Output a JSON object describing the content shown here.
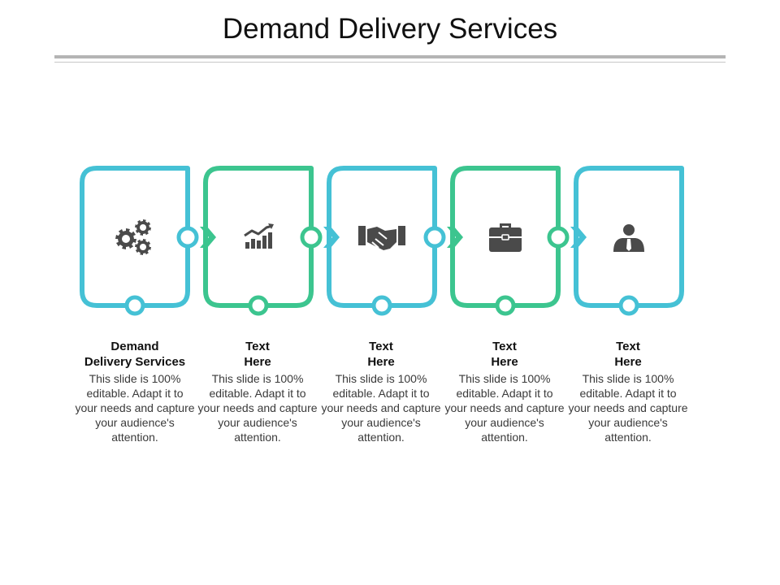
{
  "title": "Demand Delivery Services",
  "colors": {
    "blue": "#45c1d5",
    "green": "#3cc58f",
    "icon": "#4a4a4a"
  },
  "steps": [
    {
      "heading": "Demand\nDelivery Services",
      "body": "This slide is 100% editable. Adapt it to your needs and capture your audience's attention.",
      "icon": "gears-icon",
      "color": "blue"
    },
    {
      "heading": "Text\nHere",
      "body": "This slide is 100% editable. Adapt it to your needs and capture your audience's attention.",
      "icon": "growth-chart-icon",
      "color": "green"
    },
    {
      "heading": "Text\nHere",
      "body": "This slide is 100% editable. Adapt it to your needs and capture your audience's attention.",
      "icon": "handshake-icon",
      "color": "blue"
    },
    {
      "heading": "Text\nHere",
      "body": "This slide is 100% editable. Adapt it to your needs and capture your audience's attention.",
      "icon": "briefcase-icon",
      "color": "green"
    },
    {
      "heading": "Text\nHere",
      "body": "This slide is 100% editable. Adapt it to your needs and capture your audience's attention.",
      "icon": "businessman-icon",
      "color": "blue"
    }
  ]
}
